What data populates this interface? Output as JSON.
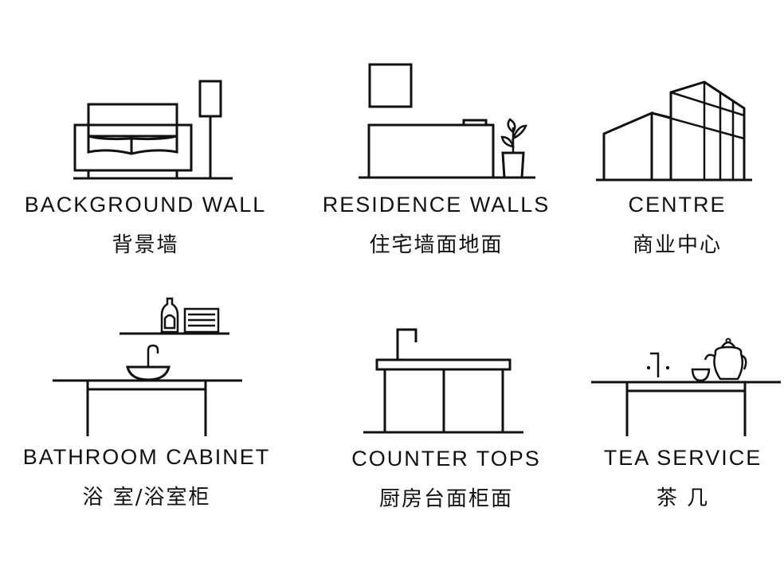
{
  "colors": {
    "background": "#ffffff",
    "ink": "#111111"
  },
  "categories": [
    {
      "id": "background-wall",
      "label_en": "BACKGROUND WALL",
      "label_zh": "背景墙",
      "icon": "sofa-with-floor-lamp-icon"
    },
    {
      "id": "residence-walls",
      "label_en": "RESIDENCE WALLS",
      "label_zh": "住宅墙面地面",
      "icon": "desk-with-frame-and-plant-icon"
    },
    {
      "id": "centre",
      "label_en": "CENTRE",
      "label_zh": "商业中心",
      "icon": "commercial-building-icon"
    },
    {
      "id": "bathroom-cabinet",
      "label_en": "BATHROOM CABINET",
      "label_zh": "浴 室/浴室柜",
      "icon": "vanity-sink-with-shelf-icon"
    },
    {
      "id": "counter-tops",
      "label_en": "COUNTER TOPS",
      "label_zh": "厨房台面柜面",
      "icon": "kitchen-counter-with-faucet-icon"
    },
    {
      "id": "tea-service",
      "label_en": "TEA SERVICE",
      "label_zh": "茶 几",
      "icon": "tea-table-with-teapot-icon"
    }
  ]
}
